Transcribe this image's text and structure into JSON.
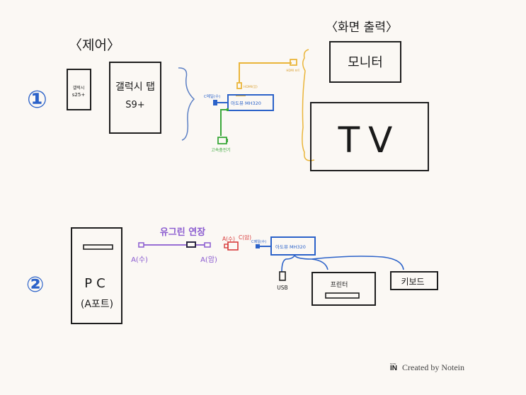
{
  "colors": {
    "background": "#fbf8f4",
    "ink": "#1e1e1e",
    "blue": "#2b62c9",
    "yellow": "#eab53a",
    "green": "#3aa83a",
    "purple": "#8a5bd0",
    "red": "#d83a3a"
  },
  "section1": {
    "number": "①",
    "control_heading": "〈제어〉",
    "output_heading": "〈화면 출력〉",
    "phone": {
      "line1": "갤럭시",
      "line2": "s25+"
    },
    "tablet": {
      "line1": "갤럭시 탭",
      "line2": "S9+"
    },
    "hub_label": "아도뮤 MH320",
    "c_male_label": "C메일(수)",
    "hdmi_female_label": "HDMI(암)",
    "hdmi_out_label": "HDMI 포트",
    "charger_label": "고속충전기",
    "monitor_label": "모니터",
    "tv_label": "TV"
  },
  "section2": {
    "number": "②",
    "pc": {
      "line1": "PC",
      "line2": "(A포트)"
    },
    "cable_label": "유그린 연장",
    "cable_end_left": "A(수)",
    "cable_end_right": "A(암)",
    "adapter_a_label": "A(수)",
    "adapter_c_label": "C(암)",
    "c_cable_label": "C메일(수)",
    "hub_label": "아도뮤 MH320",
    "usb_label": "USB",
    "printer_label": "프린터",
    "keyboard_label": "키보드"
  },
  "watermark": {
    "logo_top": "NOTE",
    "logo_main": "IN",
    "text": "Created by Notein"
  }
}
